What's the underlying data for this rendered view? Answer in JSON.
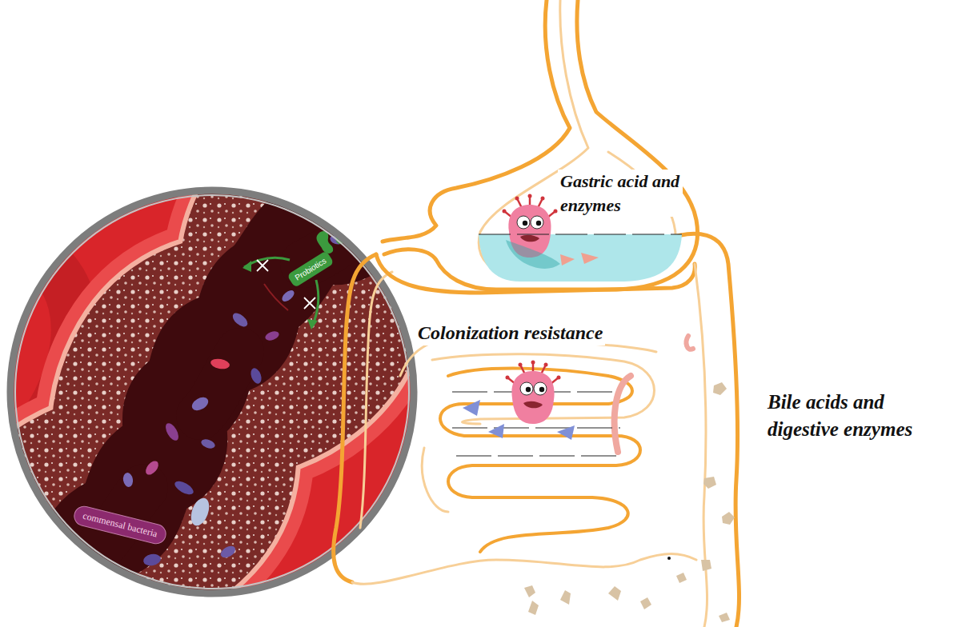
{
  "diagram": {
    "nodes": [
      {
        "text": [
          "Probiotics"
        ]
      },
      {
        "text": [
          "commensal bacteria"
        ]
      }
    ],
    "labels": [
      "Gastric acid and enzymes",
      "Colonization resistance",
      "Bile acids and digestive enzymes"
    ]
  }
}
